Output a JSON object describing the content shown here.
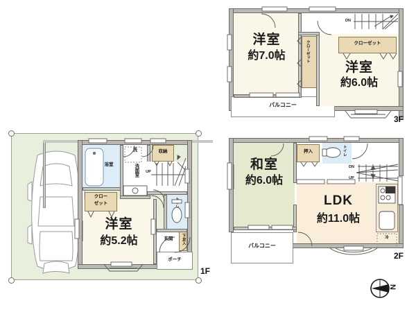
{
  "document": {
    "type": "real-estate-floor-plan",
    "compass": {
      "label": "N",
      "name": "north-arrow"
    }
  },
  "floors": [
    {
      "id": "1F",
      "tag": "1F",
      "rooms": [
        {
          "name": "western-room",
          "label": "洋室",
          "size": "約5.2帖"
        },
        {
          "name": "bathroom",
          "label": "浴室"
        },
        {
          "name": "washroom",
          "label": "洗面室"
        },
        {
          "name": "washer-space",
          "label": "洗"
        },
        {
          "name": "closet",
          "label_line1": "クロー",
          "label_line2": "ゼット"
        },
        {
          "name": "storage",
          "label": "収納"
        },
        {
          "name": "toilet",
          "label": "トイレ"
        },
        {
          "name": "entrance",
          "label": "玄関"
        },
        {
          "name": "shoe-cabinet",
          "label": "下足入"
        },
        {
          "name": "porch",
          "label": "ポーチ"
        },
        {
          "name": "stairs-up",
          "label": "UP"
        }
      ]
    },
    {
      "id": "2F",
      "tag": "2F",
      "rooms": [
        {
          "name": "japanese-room",
          "label": "和室",
          "size": "約6.0帖"
        },
        {
          "name": "living-dining-kitchen",
          "label": "LDK",
          "size": "約11.0帖"
        },
        {
          "name": "oshiire-closet",
          "label": "押入"
        },
        {
          "name": "toilet",
          "label": "トイレ"
        },
        {
          "name": "balcony",
          "label": "バルコニー"
        },
        {
          "name": "refrigerator",
          "label": "冷"
        },
        {
          "name": "stairs-up",
          "label": "UP"
        },
        {
          "name": "stairs-down",
          "label": "DN"
        }
      ]
    },
    {
      "id": "3F",
      "tag": "3F",
      "rooms": [
        {
          "name": "western-room-a",
          "label": "洋室",
          "size": "約7.0帖"
        },
        {
          "name": "western-room-b",
          "label": "洋室",
          "size": "約6.0帖"
        },
        {
          "name": "closet-vertical",
          "label": "クローゼット"
        },
        {
          "name": "closet-horizontal",
          "label": "クローゼット"
        },
        {
          "name": "balcony",
          "label": "バルコニー"
        },
        {
          "name": "stairs-down",
          "label": "DN"
        }
      ]
    }
  ],
  "colors": {
    "western_room": "#faf6e8",
    "japanese_room": "#e4eacf",
    "ldk": "#faeeda",
    "closet": "#e9d9b4",
    "water_area": "#dcedf7",
    "site": "#e8efdc",
    "wall": "#b9b7b2",
    "wall_outline": "#6e6c68"
  }
}
